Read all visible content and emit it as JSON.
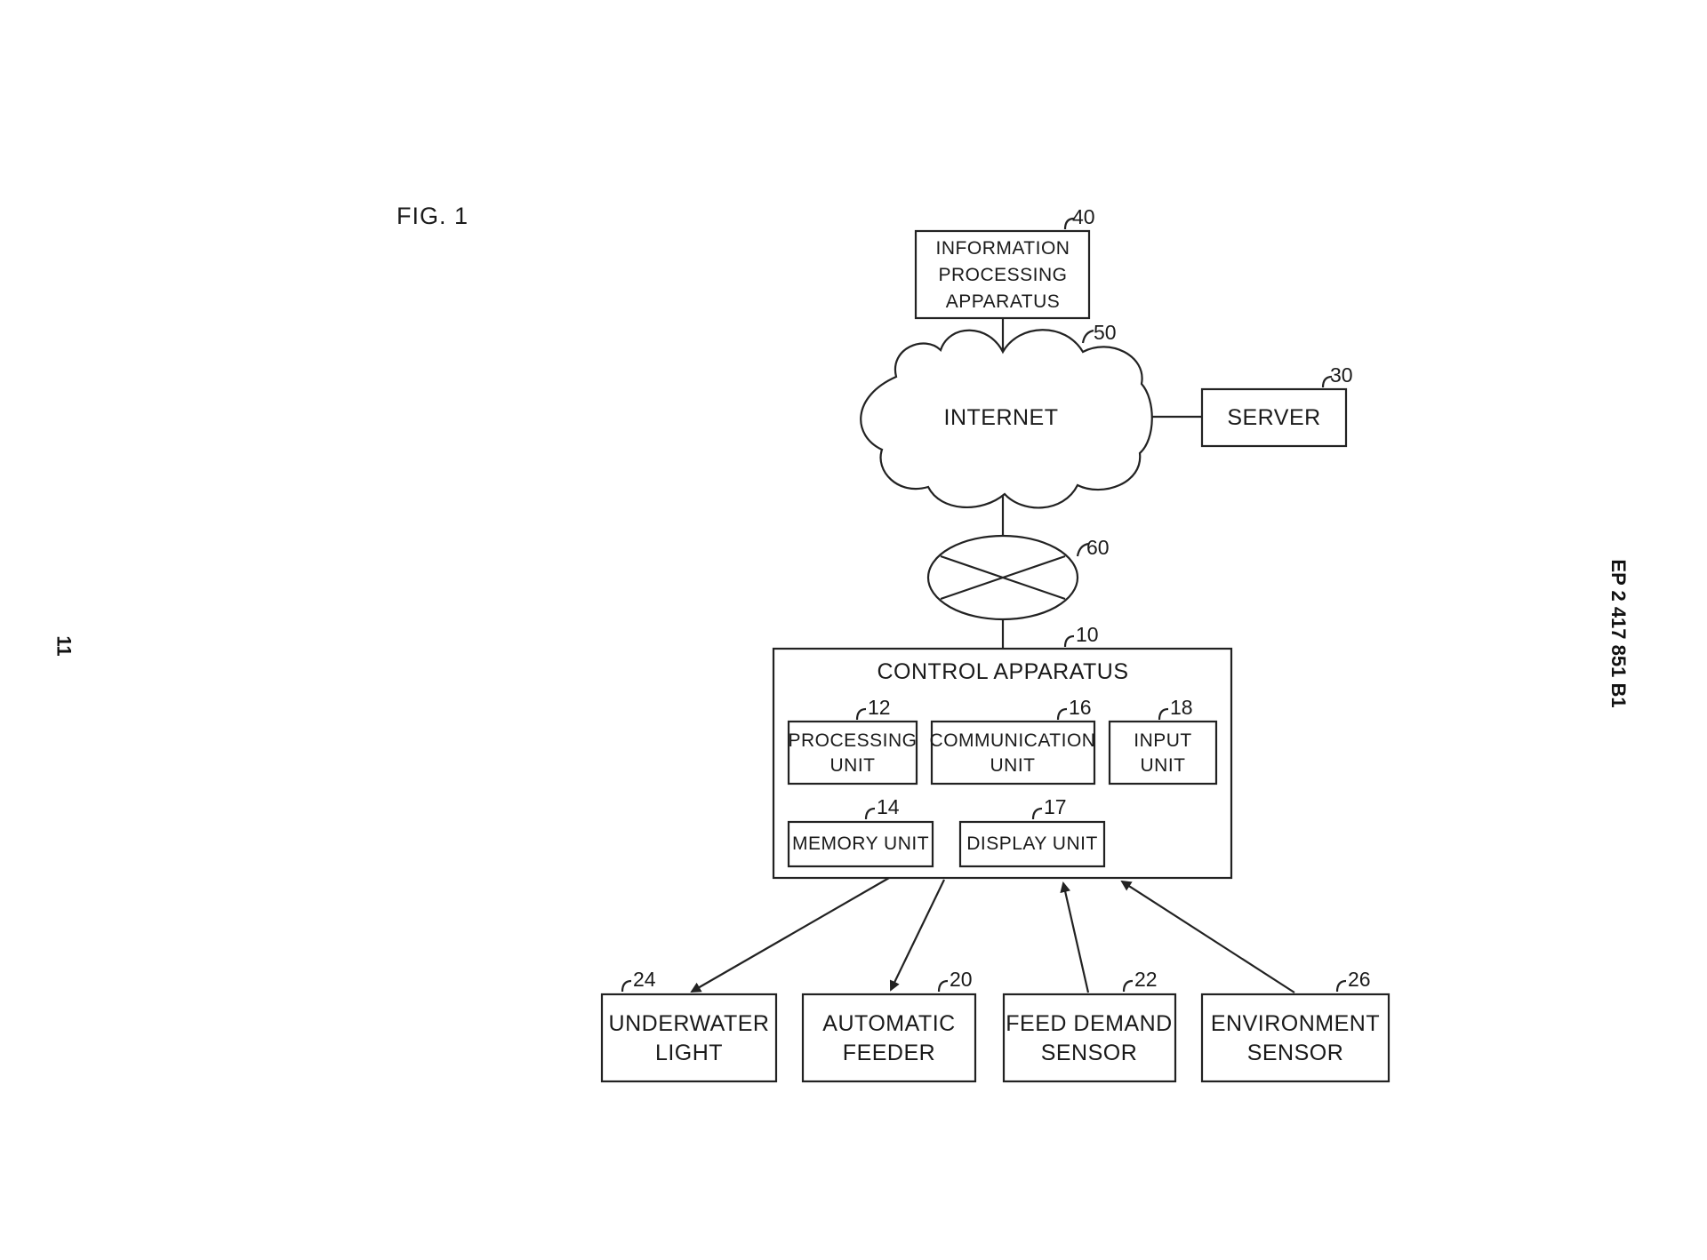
{
  "page": {
    "figure_label": "FIG. 1",
    "page_number": "11",
    "patent_number": "EP 2 417 851 B1"
  },
  "nodes": {
    "info_processing": {
      "lines": [
        "INFORMATION",
        "PROCESSING",
        "APPARATUS"
      ],
      "ref": "40"
    },
    "internet": {
      "lines": [
        "INTERNET"
      ],
      "ref": "50"
    },
    "server": {
      "lines": [
        "SERVER"
      ],
      "ref": "30"
    },
    "router": {
      "ref": "60"
    },
    "control_apparatus": {
      "lines": [
        "CONTROL APPARATUS"
      ],
      "ref": "10"
    },
    "processing_unit": {
      "lines": [
        "PROCESSING",
        "UNIT"
      ],
      "ref": "12"
    },
    "communication_unit": {
      "lines": [
        "COMMUNICATION",
        "UNIT"
      ],
      "ref": "16"
    },
    "input_unit": {
      "lines": [
        "INPUT",
        "UNIT"
      ],
      "ref": "18"
    },
    "memory_unit": {
      "lines": [
        "MEMORY UNIT"
      ],
      "ref": "14"
    },
    "display_unit": {
      "lines": [
        "DISPLAY UNIT"
      ],
      "ref": "17"
    },
    "underwater_light": {
      "lines": [
        "UNDERWATER",
        "LIGHT"
      ],
      "ref": "24"
    },
    "automatic_feeder": {
      "lines": [
        "AUTOMATIC",
        "FEEDER"
      ],
      "ref": "20"
    },
    "feed_demand_sensor": {
      "lines": [
        "FEED DEMAND",
        "SENSOR"
      ],
      "ref": "22"
    },
    "environment_sensor": {
      "lines": [
        "ENVIRONMENT",
        "SENSOR"
      ],
      "ref": "26"
    }
  }
}
